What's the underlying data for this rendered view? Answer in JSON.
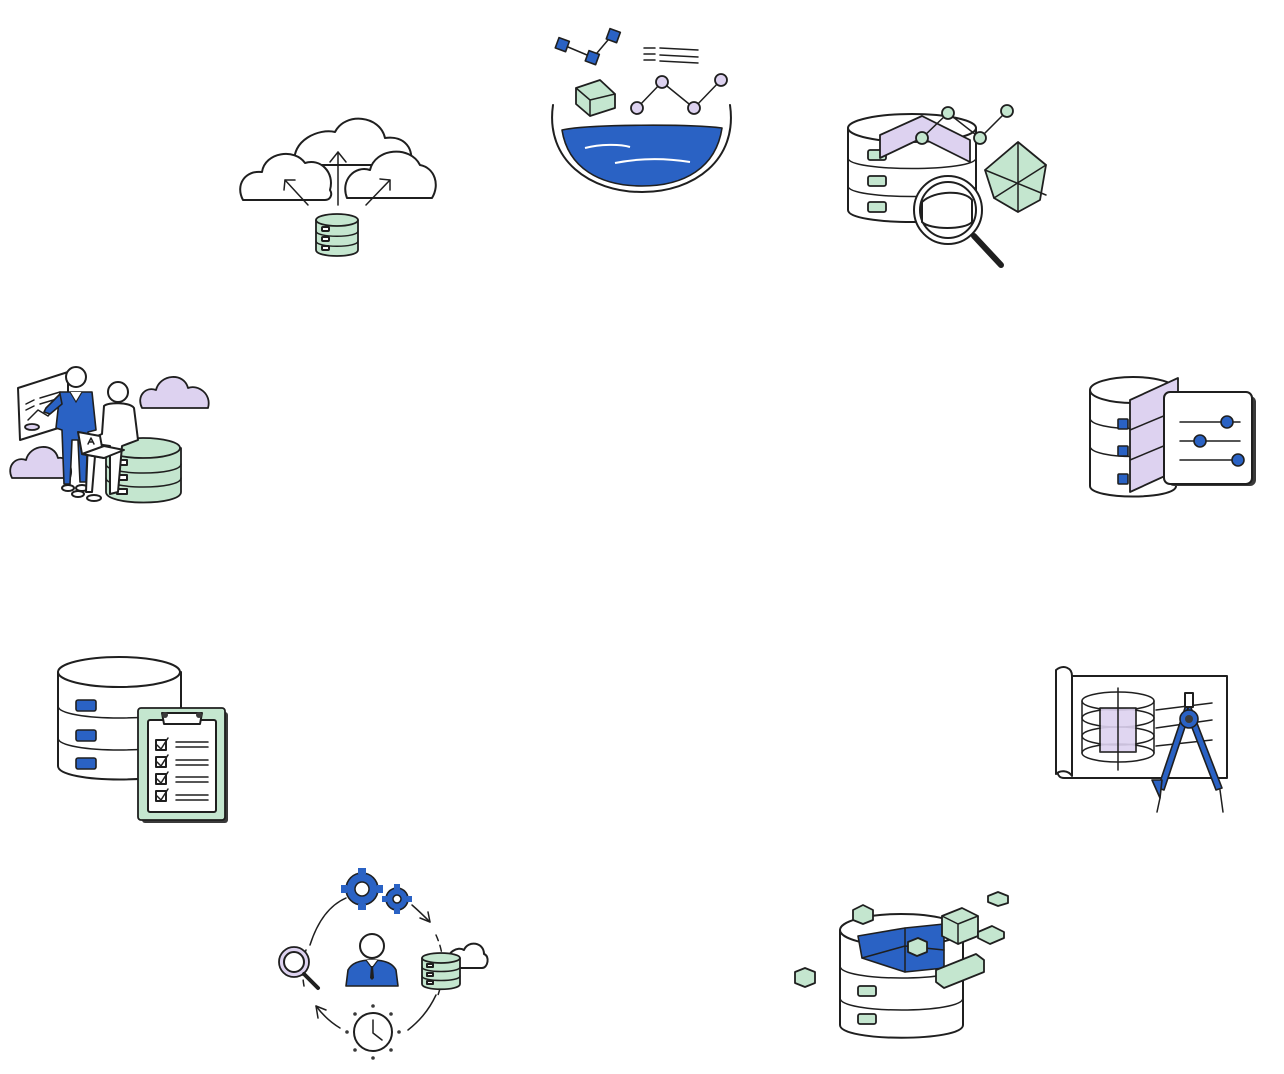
{
  "illustrations": [
    {
      "id": "cloud-migration",
      "icon": "cloud-database-upload-icon"
    },
    {
      "id": "data-lake",
      "icon": "data-lake-icon"
    },
    {
      "id": "data-exploration",
      "icon": "database-magnifier-analytics-icon"
    },
    {
      "id": "database-settings",
      "icon": "database-sliders-icon"
    },
    {
      "id": "data-architecture",
      "icon": "database-blueprint-compass-icon"
    },
    {
      "id": "data-modernization",
      "icon": "database-cubes-icon"
    },
    {
      "id": "data-operations",
      "icon": "operations-cycle-icon"
    },
    {
      "id": "data-governance",
      "icon": "database-checklist-icon"
    },
    {
      "id": "data-consulting",
      "icon": "team-cloud-database-icon"
    }
  ],
  "colors": {
    "blue": "#2a62c4",
    "green": "#c4e6cf",
    "purple": "#ddd2f0",
    "line": "#1f1f1f"
  }
}
